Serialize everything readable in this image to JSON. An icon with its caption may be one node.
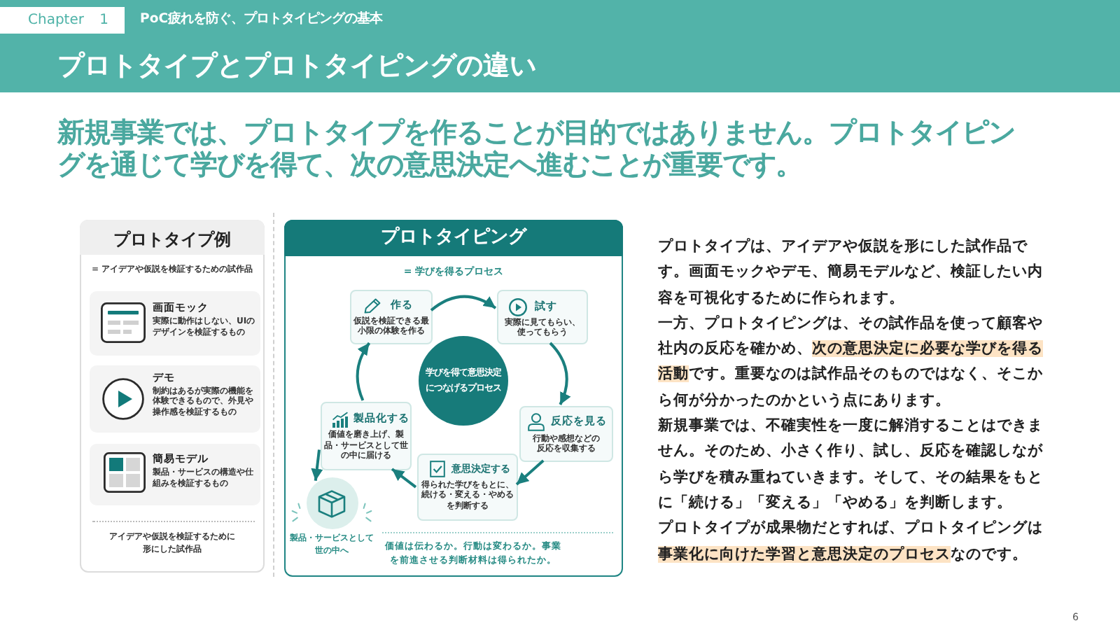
{
  "diagram": {
    "title": "プロトタイプとプロトタイピングの違い",
    "nodes": [
      {
        "text": [
          "プロトタイプ例",
          "= アイデアや仮説を検証するための試作品",
          "アイデアや仮説を検証するために形にした試作品"
        ]
      },
      {
        "text": [
          "画面モック",
          "実際に動作はしない、UIのデザインを検証するもの"
        ],
        "in": 0
      },
      {
        "text": [
          "デモ",
          "制約はあるが実際の機能を体験できるもので、外見や操作感を検証するもの"
        ],
        "in": 0
      },
      {
        "text": [
          "簡易モデル",
          "製品・サービスの構造や仕組みを検証するもの"
        ],
        "in": 0
      },
      {
        "text": [
          "プロトタイピング",
          "= 学びを得るプロセス",
          "価値は伝わるか。行動は変わるか。事業を前進させる判断材料は得られたか。"
        ]
      },
      {
        "text": [
          "作る",
          "仮説を検証できる最小限の体験を作る"
        ],
        "in": 4
      },
      {
        "text": [
          "試す",
          "実際に見てもらい、使ってもらう"
        ],
        "in": 4
      },
      {
        "text": [
          "反応を見る",
          "行動や感想などの反応を収集する"
        ],
        "in": 4
      },
      {
        "text": [
          "意思決定する",
          "得られた学びをもとに、続ける・変える・やめるを判断する"
        ],
        "in": 4
      },
      {
        "text": [
          "製品化する",
          "価値を磨き上げ、製品・サービスとして世の中に届ける"
        ],
        "in": 4
      },
      {
        "text": [
          "学びを得て意思決定につなげるプロセス"
        ],
        "in": 4
      },
      {
        "text": [],
        "shape": "circle",
        "beside": [
          "製品・サービスとして世の中へ"
        ],
        "in": 4
      }
    ],
    "edges": [
      {
        "from": 5,
        "to": 6,
        "arrow": "to"
      },
      {
        "from": 6,
        "to": 7,
        "arrow": "to"
      },
      {
        "from": 7,
        "to": 8,
        "arrow": "to"
      },
      {
        "from": 8,
        "to": 9,
        "arrow": "to"
      },
      {
        "from": 9,
        "to": 5,
        "arrow": "to"
      },
      {
        "from": 9,
        "to": 11,
        "arrow": "to"
      }
    ],
    "labels": [
      "Chapter 1",
      "PoC疲れを防ぐ、プロトタイピングの基本",
      "新規事業では、プロトタイプを作ることが目的ではありません。プロトタイピングを通じて学びを得て、次の意思決定へ進むことが重要です。",
      "プロトタイプは、アイデアや仮説を形にした試作品です。画面モックやデモ、簡易モデルなど、検証したい内容を可視化するために作られます。",
      "一方、プロトタイピングは、その試作品を使って顧客や社内の反応を確かめ、**次の意思決定に必要な学びを得る活動**です。重要なのは試作品そのものではなく、そこから何が分かったのかという点にあります。",
      "新規事業では、不確実性を一度に解消することはできません。そのため、小さく作り、試し、反応を確認しながら学びを積み重ねていきます。そして、その結果をもとに「続ける」「変える」「やめる」を判断します。",
      "プロトタイプが成果物だとすれば、プロトタイピングは**事業化に向けた学習と意思決定のプロセス**なのです。",
      "6"
    ]
  }
}
